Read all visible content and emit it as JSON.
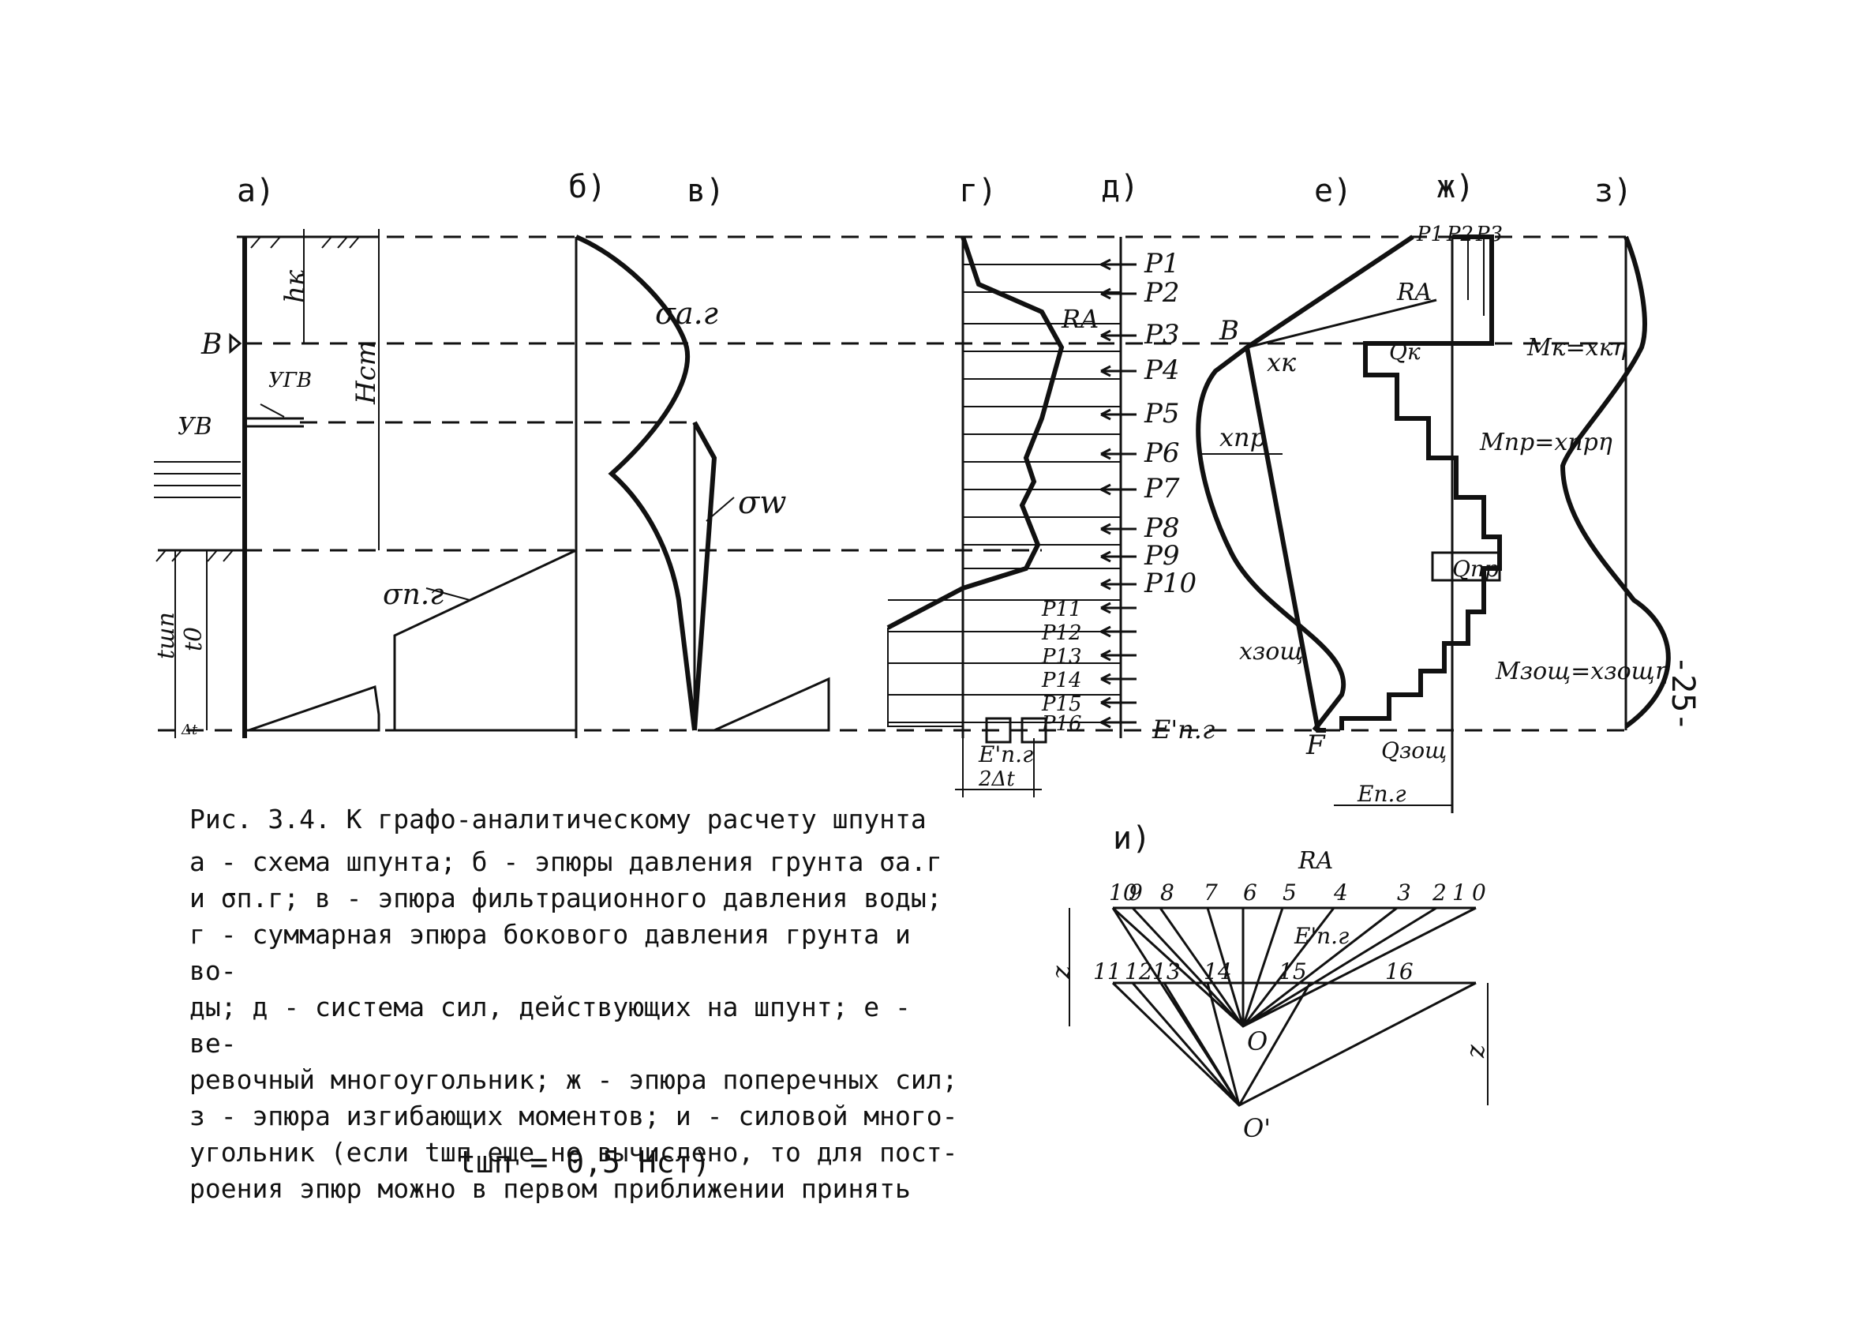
{
  "sections": [
    "а)",
    "б)",
    "в)",
    "г)",
    "д)",
    "е)",
    "ж)",
    "з)",
    "и)"
  ],
  "labels_a": {
    "hk": "hк",
    "b": "B",
    "ugv": "УГВ",
    "uv": "УВ",
    "hst": "Hст",
    "tshp": "tшп",
    "t0": "t0",
    "dt": "Δt"
  },
  "labels_b": {
    "sigma_ag": "σa.г",
    "sigma_pg": "σп.г"
  },
  "labels_v": {
    "sigma_w": "σw"
  },
  "labels_g": {
    "ra": "RA",
    "e_pg": "E'п.г",
    "two_dt": "2Δt"
  },
  "forces": [
    "P1",
    "P2",
    "P3",
    "P4",
    "P5",
    "P6",
    "P7",
    "P8",
    "P9",
    "P10",
    "P11",
    "P12",
    "P13",
    "P14",
    "P15",
    "P16"
  ],
  "force_e": "E'п.г",
  "labels_e": {
    "b": "B",
    "xk": "xк",
    "xpr": "xпр",
    "xzoshch": "xзощ",
    "f": "F"
  },
  "labels_zh": {
    "p1": "P1",
    "p2": "P2",
    "p3": "P3",
    "ra": "RA",
    "qk": "Qк",
    "qpr": "Qпр",
    "qzoshch": "Qзощ",
    "epg": "Eп.г"
  },
  "labels_z": {
    "mk": "Mк=xкη",
    "mpr": "Mпр=xпрη",
    "mzoshch": "Mзощ=xзощη"
  },
  "labels_i": {
    "ra": "RA",
    "z1": "z",
    "z2": "z",
    "o": "O",
    "o_prime": "O'",
    "epg": "E'п.г",
    "top_nums": [
      "10",
      "9",
      "8",
      "7",
      "6",
      "5",
      "4",
      "3",
      "2",
      "1",
      "0"
    ],
    "bottom_nums": [
      "11",
      "12",
      "13",
      "14",
      "15",
      "16"
    ]
  },
  "caption": {
    "title": "Рис. 3.4. К графо-аналитическому расчету шпунта",
    "lines": [
      "а - схема шпунта; б - эпюры давления грунта σа.г",
      "и σп.г; в - эпюра фильтрационного давления воды;",
      "г - суммарная эпюра бокового давления грунта и во-",
      "ды; д - система сил, действующих на шпунт; е - ве-",
      "ревочный многоугольник; ж - эпюра поперечных сил;",
      "з - эпюра изгибающих моментов; и - силовой много-",
      "угольник (если tшп еще не вычислено, то для пост-",
      "роения эпюр можно в первом приближении принять"
    ],
    "formula": "tшп = 0,5 Hст)"
  },
  "page_number": "-25-"
}
